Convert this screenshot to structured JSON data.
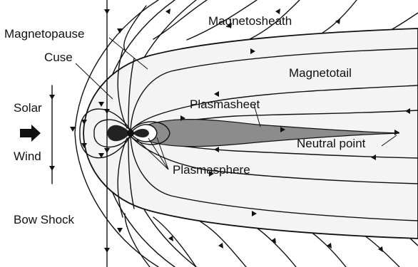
{
  "labels": {
    "magnetopause": "Magnetopause",
    "magnetosheath": "Magnetosheath",
    "cuse": "Cuse",
    "magnetotail": "Magnetotail",
    "solar": "Solar",
    "wind": "Wind",
    "plasmasheet": "Plasmasheet",
    "neutral_point": "Neutral point",
    "plasmasphere": "Plasmasphere",
    "bow_shock": "Bow Shock"
  },
  "colors": {
    "ink": "#111111",
    "magnetosphere_fill": "#f4f4f4",
    "plasmasheet_fill": "#8c8c8c"
  }
}
